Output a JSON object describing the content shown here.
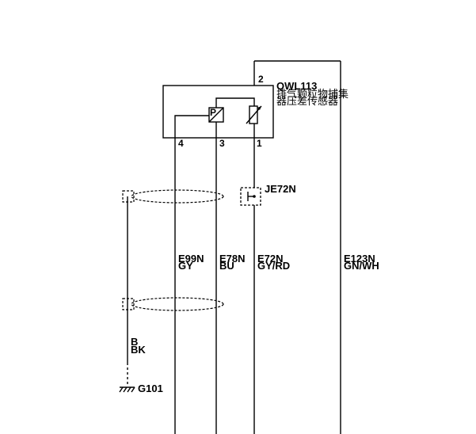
{
  "component": {
    "id": "QWL113",
    "name_line1": "排气颗粒物捕集",
    "name_line2": "器压差传感器",
    "sensor_symbol": "P",
    "pins": [
      "2",
      "4",
      "3",
      "1"
    ]
  },
  "splice": {
    "id": "JE72N"
  },
  "wires": [
    {
      "circuit": "E99N",
      "color": "GY"
    },
    {
      "circuit": "E78N",
      "color": "BU"
    },
    {
      "circuit": "E72N",
      "color": "GY/RD"
    },
    {
      "circuit": "E123N",
      "color": "GN/WH"
    }
  ],
  "shield_drain": {
    "circuit": "B",
    "color": "BK"
  },
  "ground": {
    "id": "G101"
  },
  "icons": [
    "ground-icon",
    "pressure-sensor-icon",
    "variable-resistor-icon"
  ]
}
